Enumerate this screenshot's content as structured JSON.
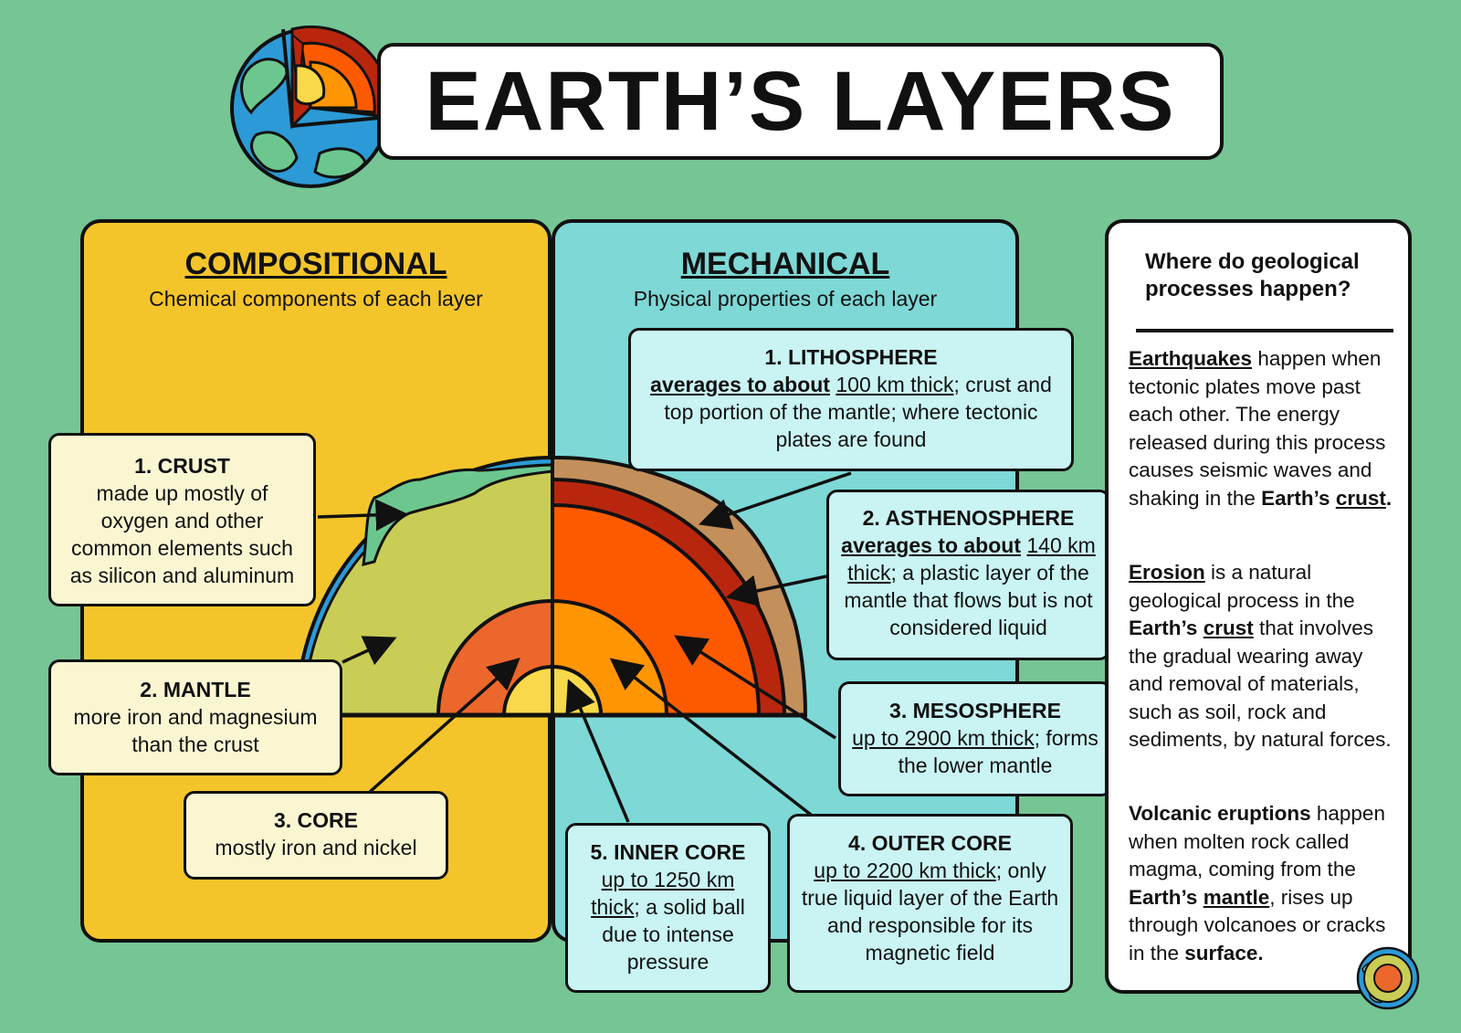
{
  "title": "EARTH’S LAYERS",
  "compositional": {
    "heading": "COMPOSITIONAL",
    "subheading": "Chemical components of each layer",
    "crust": {
      "title": "1. CRUST",
      "text": "made up mostly of oxygen and other common elements such as silicon and aluminum"
    },
    "mantle": {
      "title": "2. MANTLE",
      "text": "more iron and magnesium than the crust"
    },
    "core": {
      "title": "3. CORE",
      "text": "mostly iron and nickel"
    }
  },
  "mechanical": {
    "heading": "MECHANICAL",
    "subheading": "Physical properties of each layer",
    "lithosphere": {
      "title": "1. LITHOSPHERE",
      "u1": "averages to about",
      "u2": "100 km thick",
      "rest": "; crust and top portion of the mantle; where tectonic plates are found"
    },
    "asthenosphere": {
      "title": "2. ASTHENOSPHERE",
      "u1": "averages to about",
      "u2": "140 km thick",
      "rest": "; a plastic layer of the mantle that flows but is not considered liquid"
    },
    "mesosphere": {
      "title": "3. MESOSPHERE",
      "u1": "up to 2900 km thick",
      "rest": "; forms the lower mantle"
    },
    "outer_core": {
      "title": "4. OUTER CORE",
      "u1": "up to 2200 km thick",
      "rest": "; only true liquid layer of the Earth and responsible for its magnetic field"
    },
    "inner_core": {
      "title": "5. INNER CORE",
      "u1": "up to 1250 km thick",
      "rest": "; a solid ball due to intense pressure"
    }
  },
  "sidebar": {
    "question": "Where do geological processes happen?",
    "earthquakes": {
      "term": "Earthquakes",
      "text1": " happen when tectonic plates move past each other. The energy released during this process causes seismic waves and shaking in the ",
      "b1": "Earth’s ",
      "u1": "crust",
      "end": "."
    },
    "erosion": {
      "term": "Erosion",
      "text1": " is a natural geological process in the ",
      "b1": "Earth’s ",
      "u1": "crust",
      "text2": " that involves the gradual wearing away and removal of materials, such as soil, rock and sediments, by natural forces."
    },
    "volcanic": {
      "term": "Volcanic eruptions",
      "text1": " happen when molten rock called magma, coming from the ",
      "b1": "Earth’s ",
      "u1": "mantle",
      "text2": ", rises up through volcanoes or cracks in the ",
      "b2": "surface",
      "end": "."
    }
  },
  "colors": {
    "background": "#76c595",
    "compositional_panel": "#f4c52b",
    "mechanical_panel": "#7dd8d6",
    "crust_green": "#6cc78f",
    "mantle_olive": "#c9cd56",
    "core_orange": "#ec672b",
    "lithosphere_tan": "#c38f5b",
    "asthenosphere_red": "#b8260e",
    "mesosphere_orange": "#fd5a00",
    "outer_core_orange": "#ff9502",
    "inner_core_yellow": "#f8d94a",
    "ocean_blue": "#2c9ad6"
  }
}
